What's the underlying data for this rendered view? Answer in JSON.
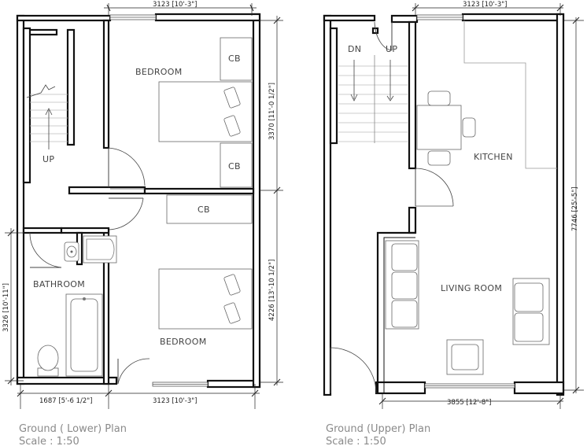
{
  "lower_plan": {
    "rooms": {
      "bedroom_top": "BEDROOM",
      "bedroom_bottom": "BEDROOM",
      "bathroom": "BATHROOM",
      "cb_top1": "CB",
      "cb_top2": "CB",
      "cb_bottom": "CB",
      "stair_up": "UP"
    },
    "dimensions": {
      "top_width": "3123 [10'-3\"]",
      "bottom_width": "3123 [10'-3\"]",
      "bath_width": "1687 [5'-6 1/2\"]",
      "upper_height": "3370 [11'-0 1/2\"]",
      "lower_height": "4226 [13'-10 1/2\"]",
      "bath_height": "3326 [10'-11\"]"
    },
    "caption": "Ground ( Lower) Plan",
    "scale": "Scale : 1:50"
  },
  "upper_plan": {
    "rooms": {
      "kitchen": "KITCHEN",
      "living": "LIVING ROOM",
      "stair_dn": "DN",
      "stair_up": "UP"
    },
    "dimensions": {
      "top_width": "3123 [10'-3\"]",
      "bottom_width": "3855 [12'-8\"]",
      "total_height": "7746 [25'-5\"]"
    },
    "caption": "Ground (Upper) Plan",
    "scale": "Scale : 1:50"
  }
}
